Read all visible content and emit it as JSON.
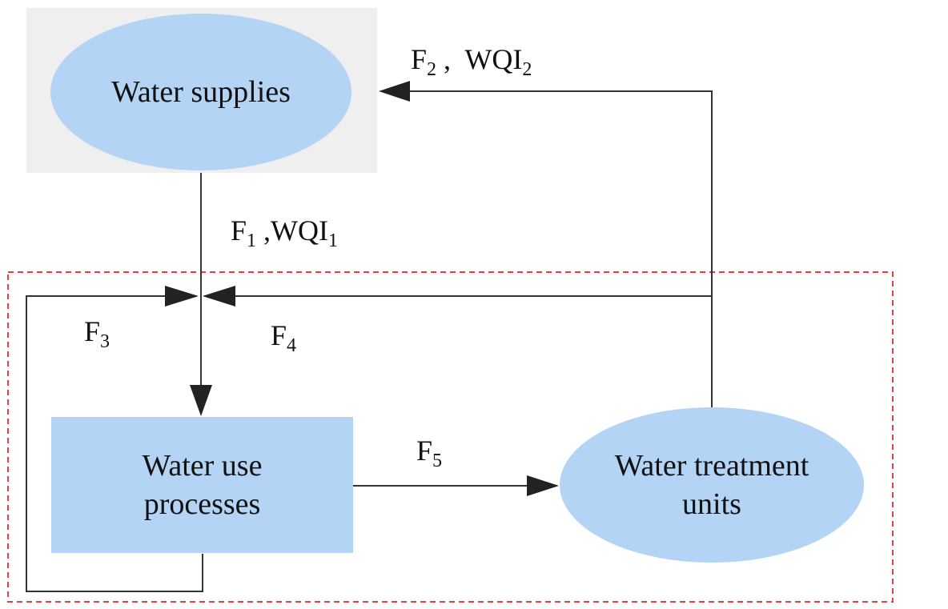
{
  "nodes": {
    "supplies": {
      "label": "Water supplies"
    },
    "use": {
      "line1": "Water use",
      "line2": "processes"
    },
    "treatment": {
      "line1": "Water treatment",
      "line2": "units"
    }
  },
  "flows": {
    "f1": {
      "f": "F",
      "f_sub": "1",
      "sep": " ,",
      "w": "WQI",
      "w_sub": "1"
    },
    "f2": {
      "f": "F",
      "f_sub": "2",
      "sep": " ,  ",
      "w": "WQI",
      "w_sub": "2"
    },
    "f3": {
      "f": "F",
      "f_sub": "3"
    },
    "f4": {
      "f": "F",
      "f_sub": "4"
    },
    "f5": {
      "f": "F",
      "f_sub": "5"
    }
  },
  "colors": {
    "node_fill": "#b4d4f5",
    "supply_background": "#efefef",
    "boundary": "#ee3b3b",
    "line": "#333333"
  }
}
